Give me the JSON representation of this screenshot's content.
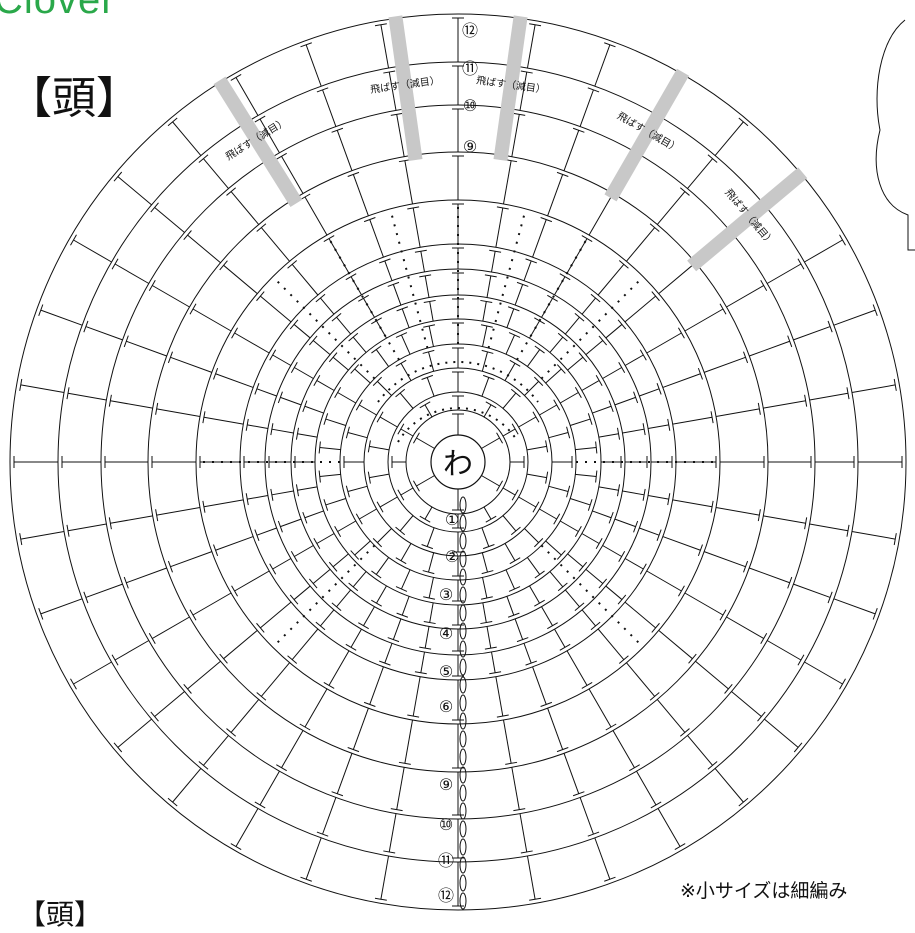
{
  "header": {
    "brand": "Clover",
    "title": "【頭】"
  },
  "footer": {
    "title": "【頭】",
    "note": "※小サイズは細編み"
  },
  "center_label": "わ",
  "round_labels_bottom": [
    "①",
    "②",
    "③",
    "④",
    "⑤",
    "⑥",
    "⑨",
    "⑩",
    "⑪",
    "⑫"
  ],
  "round_labels_top": [
    "⑫",
    "⑪",
    "⑩",
    "⑨"
  ],
  "skip_label": "飛ばす（減目）",
  "colors": {
    "brand": "#2aa84a",
    "line": "#111111",
    "skip_band": "#c8c8c8"
  }
}
